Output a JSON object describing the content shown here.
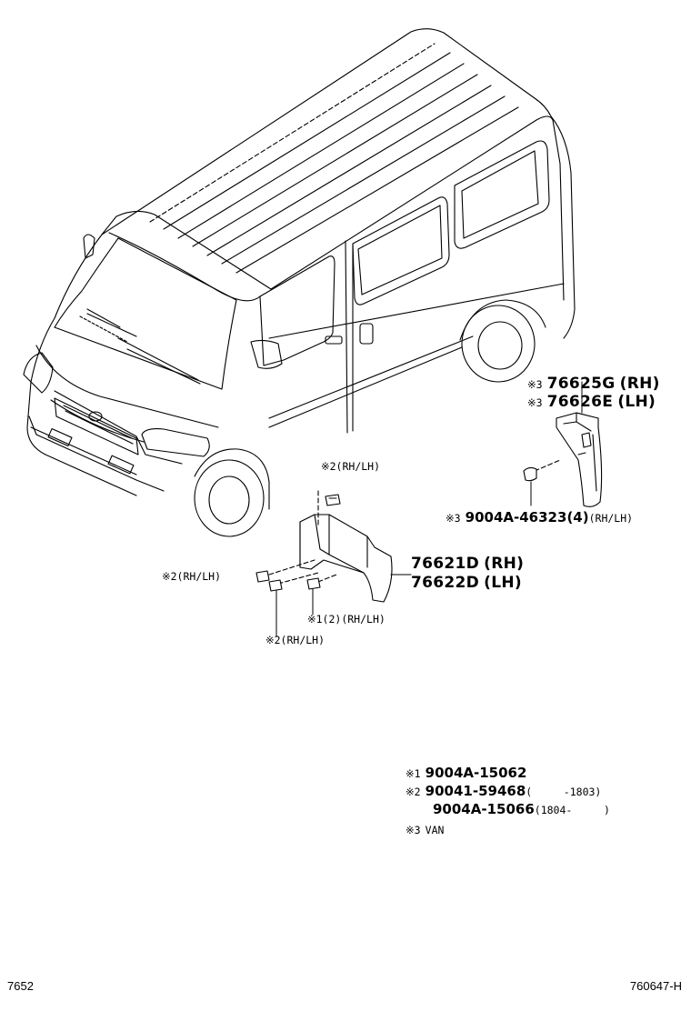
{
  "callouts": {
    "c1": {
      "mark": "※3",
      "part": "76625G",
      "side": "(RH)"
    },
    "c2": {
      "mark": "※3",
      "part": "76626E",
      "side": "(LH)"
    },
    "c3": {
      "mark": "※3",
      "part": "9004A-46323",
      "qty": "(4)",
      "side": "(RH/LH)"
    },
    "c4": {
      "part": "76621D",
      "side": "(RH)"
    },
    "c5": {
      "part": "76622D",
      "side": "(LH)"
    },
    "c6": {
      "text": "※2(RH/LH)"
    },
    "c7": {
      "text": "※2(RH/LH)"
    },
    "c8": {
      "text": "※1(2)(RH/LH)"
    },
    "c9": {
      "text": "※2(RH/LH)"
    }
  },
  "legend": [
    {
      "mark": "※1",
      "part": "9004A-15062",
      "range": ""
    },
    {
      "mark": "※2",
      "part": "90041-59468",
      "range": "(     -1803)"
    },
    {
      "mark": "",
      "part": "9004A-15066",
      "range": "(1804-     )"
    },
    {
      "mark": "※3",
      "part": "",
      "range": "VAN"
    }
  ],
  "footer": {
    "left": "7652",
    "right": "760647-H"
  }
}
